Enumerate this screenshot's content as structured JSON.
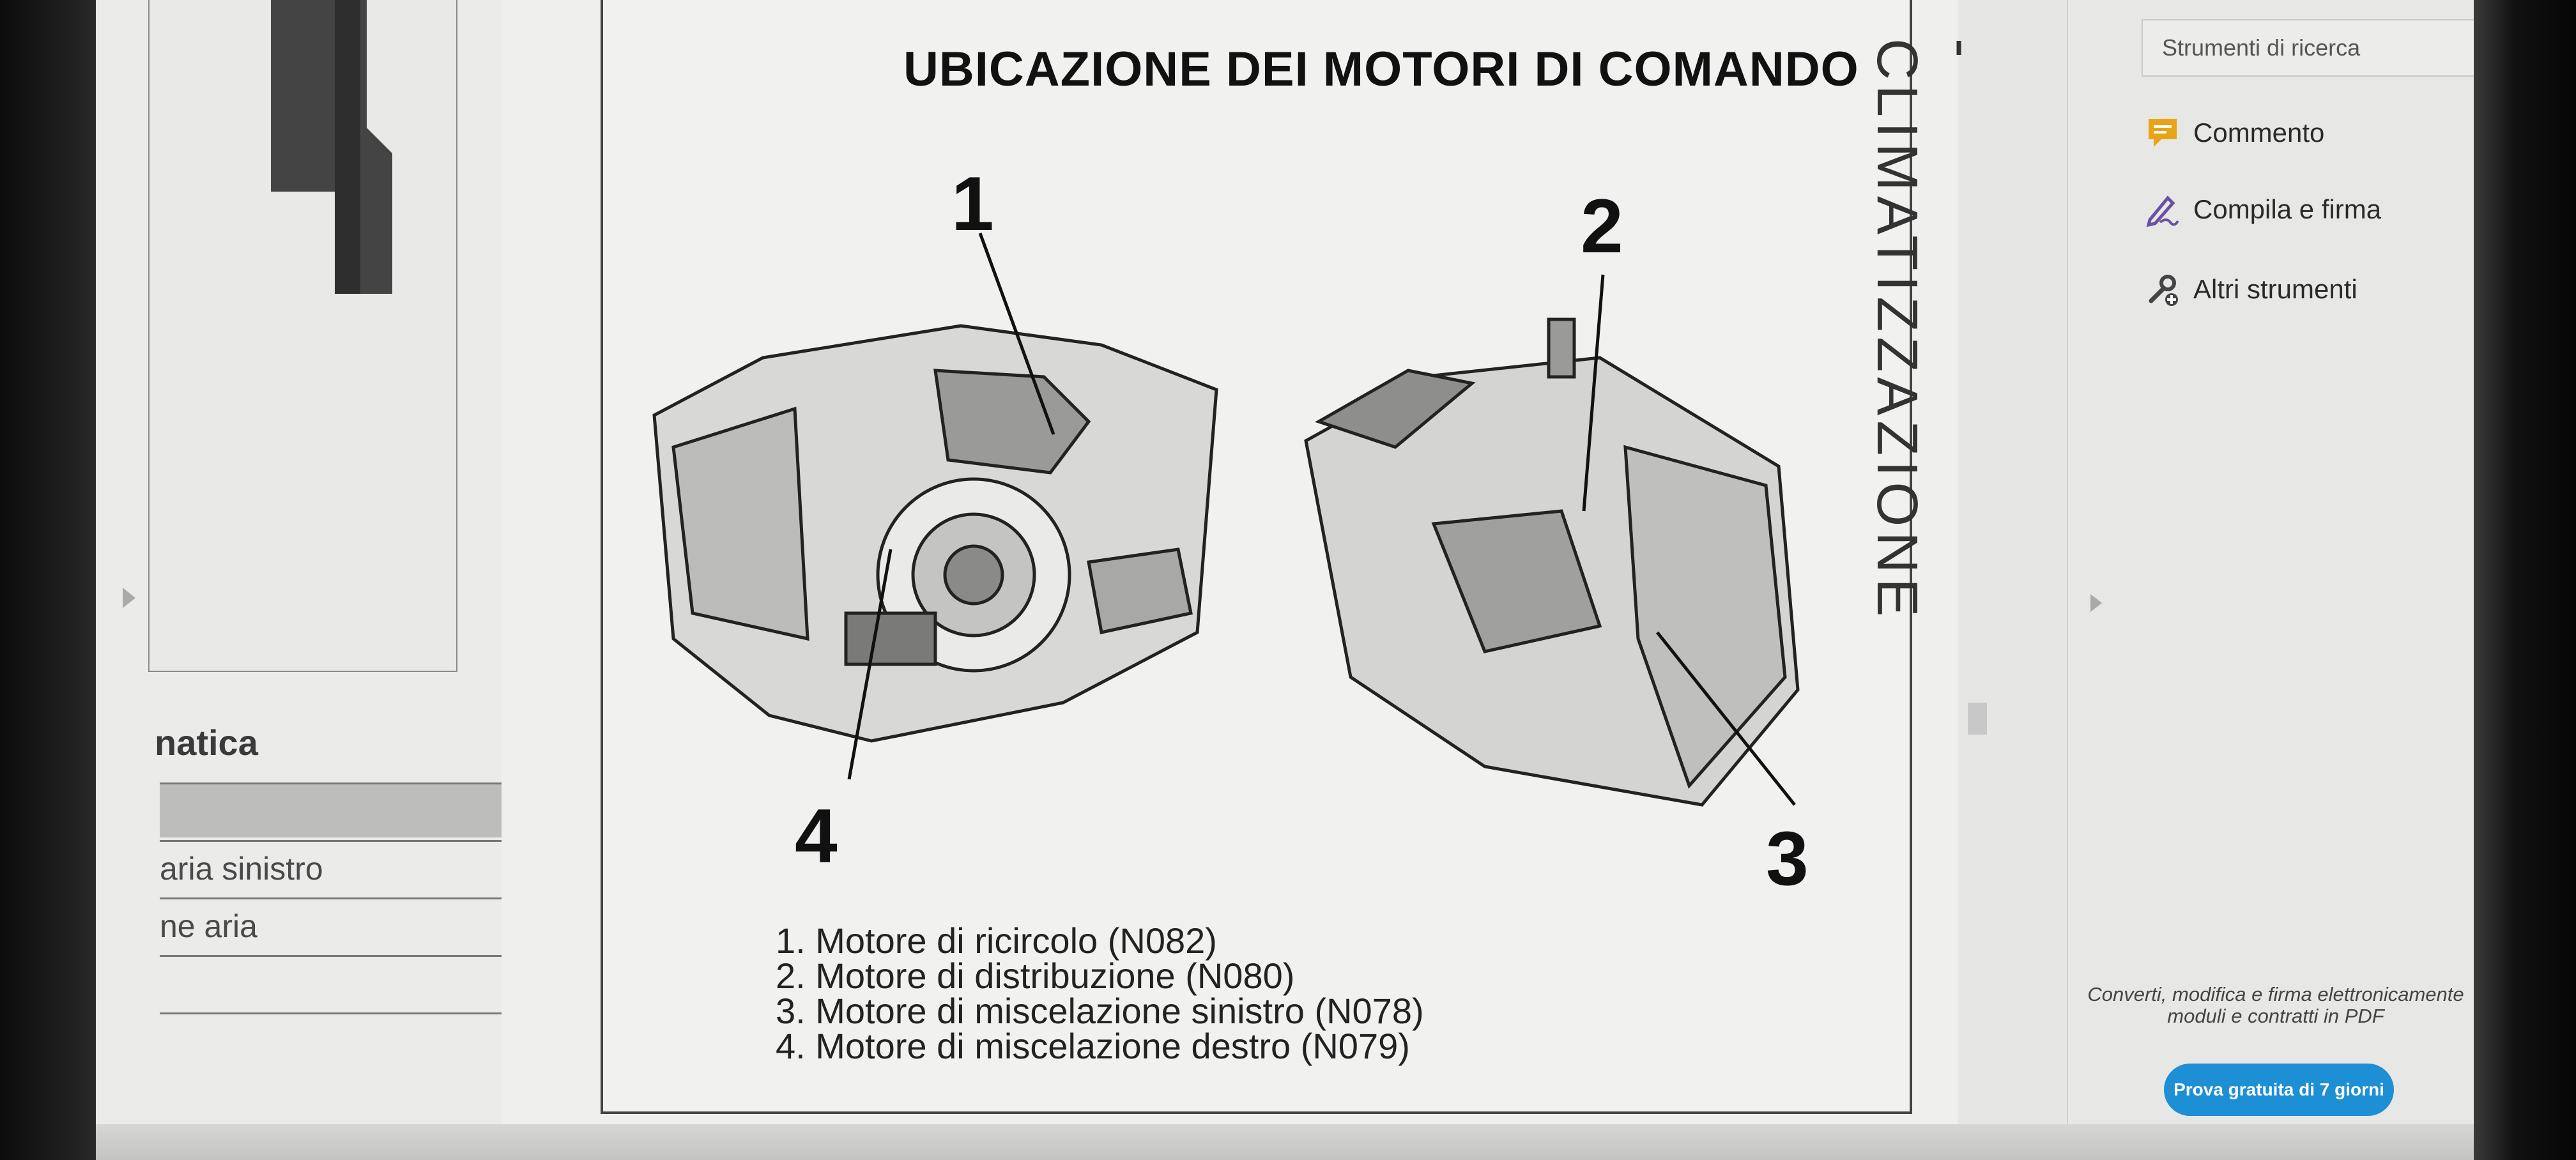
{
  "left_panel": {
    "heading": "natica",
    "rows": [
      "",
      "aria sinistro",
      "ne aria",
      "",
      ""
    ]
  },
  "document": {
    "title": "UBICAZIONE DEI MOTORI DI COMANDO",
    "side_label": "- CLIMATIZZAZIONE",
    "callouts": [
      "1",
      "2",
      "3",
      "4"
    ],
    "legend": [
      "1. Motore di ricircolo (N082)",
      "2. Motore di distribuzione (N080)",
      "3. Motore di miscelazione sinistro (N078)",
      "4. Motore di miscelazione destro (N079)"
    ]
  },
  "tools_pane": {
    "search_placeholder": "Strumenti di ricerca",
    "items": [
      {
        "label": "Commento",
        "icon": "comment-icon",
        "color": "#e8a317"
      },
      {
        "label": "Compila e firma",
        "icon": "sign-pen-icon",
        "color": "#6b4fa3"
      },
      {
        "label": "Altri strumenti",
        "icon": "tools-icon",
        "color": "#444444"
      }
    ],
    "promo_line1": "Converti, modifica e firma elettronicamente",
    "promo_line2": "moduli e contratti in PDF",
    "trial_button": "Prova gratuita di 7 giorni",
    "accent": "#1d8fd4"
  }
}
